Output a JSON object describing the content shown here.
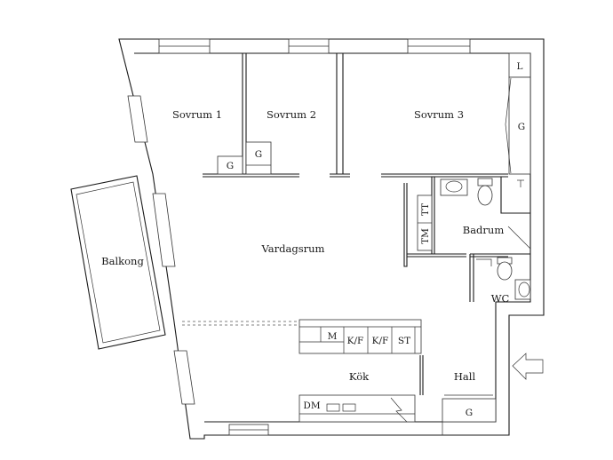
{
  "rooms": {
    "sovrum1": "Sovrum 1",
    "sovrum2": "Sovrum 2",
    "sovrum3": "Sovrum 3",
    "vardagsrum": "Vardagsrum",
    "balkong": "Balkong",
    "badrum": "Badrum",
    "wc": "WC",
    "kok": "Kök",
    "hall": "Hall"
  },
  "fixtures": {
    "l": "L",
    "g_sovrum3": "G",
    "g_sovrum1": "G",
    "g_sovrum2": "G",
    "tm": "TM",
    "tt": "TT",
    "m": "M",
    "kf1": "K/F",
    "kf2": "K/F",
    "st": "ST",
    "dm": "DM",
    "g_hall": "G"
  }
}
